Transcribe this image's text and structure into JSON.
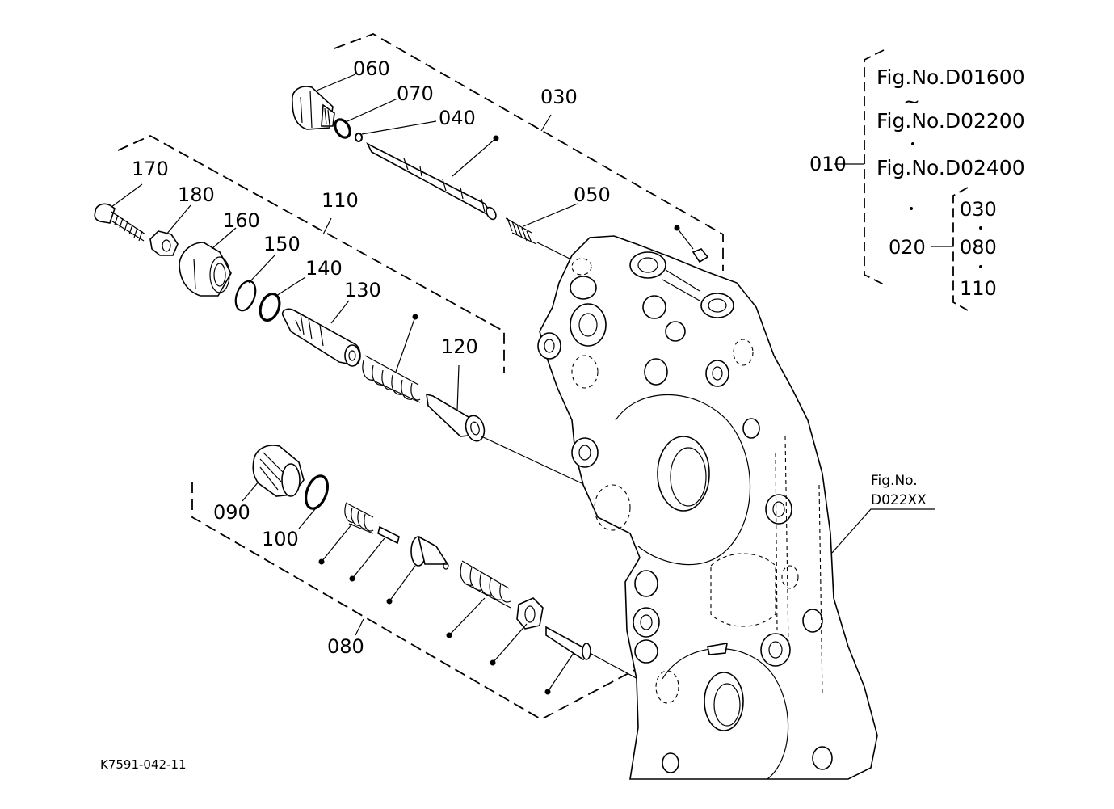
{
  "drawing_code": "K7591-042-11",
  "callouts": {
    "c010": "010",
    "c020": "020",
    "c030": "030",
    "c040": "040",
    "c050": "050",
    "c060": "060",
    "c070": "070",
    "c080": "080",
    "c090": "090",
    "c100": "100",
    "c110": "110",
    "c120": "120",
    "c130": "130",
    "c140": "140",
    "c150": "150",
    "c160": "160",
    "c170": "170",
    "c180": "180"
  },
  "fig_refs": {
    "fig1": "Fig.No.D01600",
    "tilde": "~",
    "fig2": "Fig.No.D02200",
    "fig3": "Fig.No.D02400",
    "sub1": "030",
    "sub2": "080",
    "sub3": "110"
  },
  "housing_ref": {
    "line1": "Fig.No.",
    "line2": "D022XX"
  }
}
